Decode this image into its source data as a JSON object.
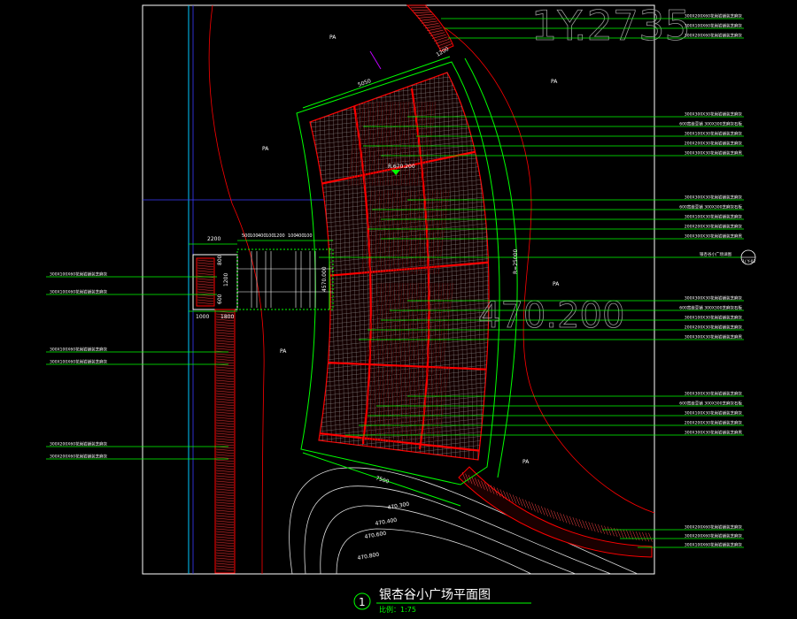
{
  "drawing": {
    "title": "银杏谷小广场平面图",
    "scale_text": "比例：1:75",
    "detail_number": "1",
    "colors": {
      "background": "#000000",
      "frame": "#ffffff",
      "green": "#00ff00",
      "red": "#ff0000",
      "white": "#ffffff",
      "blue": "#3a3aff",
      "cyan": "#00c8ff",
      "magenta": "#c000ff",
      "gray": "#8a8a8a"
    }
  },
  "zones": {
    "pa_label": "PA"
  },
  "dimensions": {
    "top_left_width": "5050",
    "top_right_edge": "1200",
    "right_radius": "R=25000",
    "center_height": "4570.000",
    "bottom_width": "7500",
    "path_width": "2200",
    "path_bottom_a": "1000",
    "path_bottom_b": "1800",
    "path_side_a": "800",
    "path_side_b": "1200",
    "path_side_c": "600",
    "top_chain": [
      "500",
      "100",
      "400",
      "100",
      "1200",
      "100",
      "400",
      "100"
    ]
  },
  "elevations": {
    "spot": "R.670.200",
    "large": "470.200",
    "top_ghost": "1Y.2735",
    "contour_a": "470.300",
    "contour_b": "470.400",
    "contour_c": "470.600",
    "contour_d": "470.800"
  },
  "callouts": {
    "right_group_top": [
      "300X200X60花岗岩铺装芝麻灰",
      "300X100X60花岗岩铺装芝麻灰",
      "300X200X60花岗岩铺装芝麻灰"
    ],
    "right_group_1": [
      "300X300X30花岗岩铺装芝麻灰",
      "600宽嵌草铺 300X300芝麻灰石板",
      "300X100X30花岗岩铺装芝麻灰",
      "200X200X30花岗岩铺装芝麻灰",
      "300X300X30花岗岩铺装芝麻黑"
    ],
    "right_group_2": [
      "300X300X30花岗岩铺装芝麻灰",
      "600宽嵌草铺 300X300芝麻灰石板",
      "300X100X30花岗岩铺装芝麻灰",
      "200X200X30花岗岩铺装芝麻灰",
      "300X300X30花岗岩铺装芝麻黑"
    ],
    "section_mark": "银杏谷小广场详图",
    "section_ref": "1/ Y-02",
    "right_group_3": [
      "300X300X30花岗岩铺装芝麻灰",
      "600宽嵌草铺 300X300芝麻灰石板",
      "300X100X30花岗岩铺装芝麻灰",
      "200X200X30花岗岩铺装芝麻灰",
      "300X300X30花岗岩铺装芝麻黑"
    ],
    "right_group_4": [
      "300X300X30花岗岩铺装芝麻灰",
      "600宽嵌草铺 300X300芝麻灰石板",
      "300X100X30花岗岩铺装芝麻灰",
      "200X200X30花岗岩铺装芝麻灰",
      "300X300X30花岗岩铺装芝麻黑"
    ],
    "right_group_bottom": [
      "300X200X60花岗岩铺装芝麻灰",
      "300X200X60花岗岩铺装芝麻灰",
      "300X100X60花岗岩铺装芝麻灰"
    ],
    "left_group_1": [
      "300X100X60花岗岩铺装芝麻灰",
      "300X100X60花岗岩铺装芝麻灰"
    ],
    "left_group_2": [
      "300X100X60花岗岩铺装芝麻灰",
      "300X100X60花岗岩铺装芝麻灰"
    ],
    "left_group_3": [
      "300X200X60花岗岩铺装芝麻灰",
      "300X200X60花岗岩铺装芝麻灰"
    ]
  }
}
